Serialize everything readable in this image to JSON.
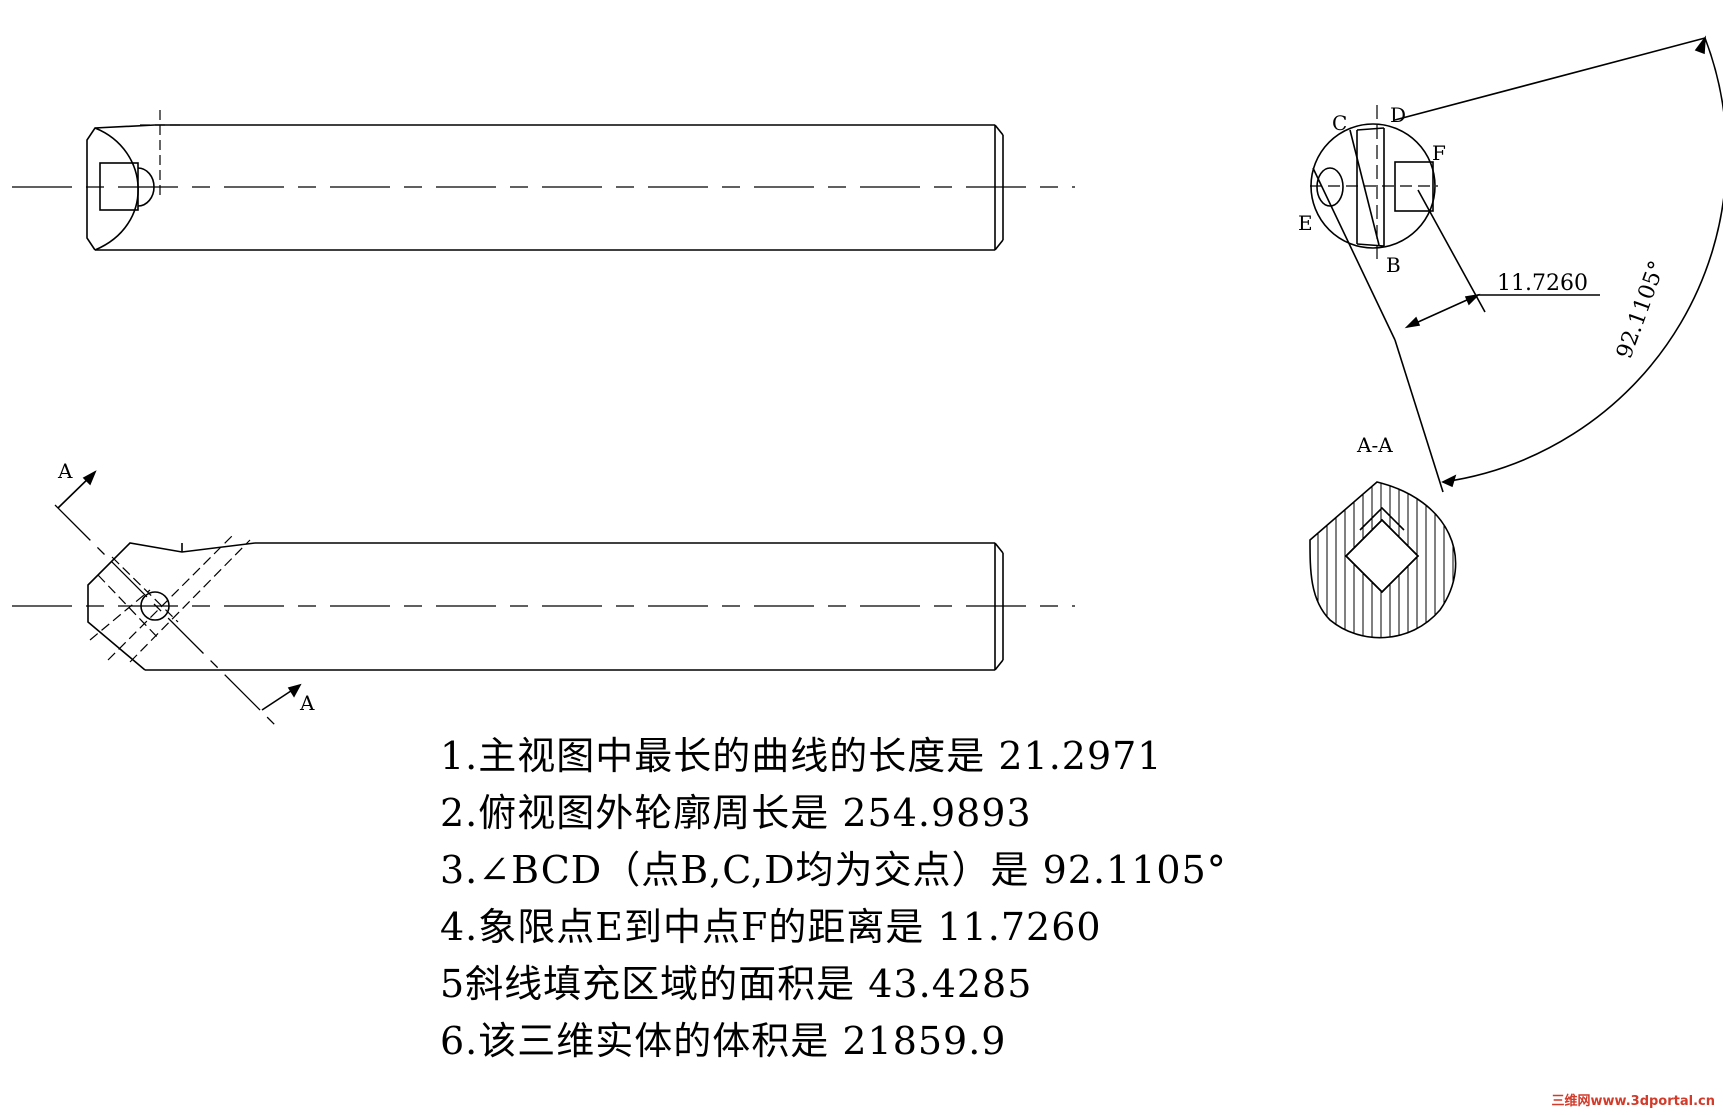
{
  "labels": {
    "point_c": "C",
    "point_d": "D",
    "point_f": "F",
    "point_e": "E",
    "point_b": "B",
    "section_cut_top": "A",
    "section_cut_bottom": "A",
    "section_title": "A-A"
  },
  "dimensions": {
    "distance_ef": "11.7260",
    "angle_bcd": "92.1105°"
  },
  "questions": [
    "1.主视图中最长的曲线的长度是 21.2971",
    "2.俯视图外轮廓周长是 254.9893",
    "3.∠BCD（点B,C,D均为交点）是 92.1105°",
    "4.象限点E到中点F的距离是 11.7260",
    "5斜线填充区域的面积是 43.4285",
    "6.该三维实体的体积是 21859.9"
  ],
  "watermark": "三维网www.3dportal.cn",
  "colors": {
    "line": "#000000",
    "watermark": "#d23a2a"
  }
}
